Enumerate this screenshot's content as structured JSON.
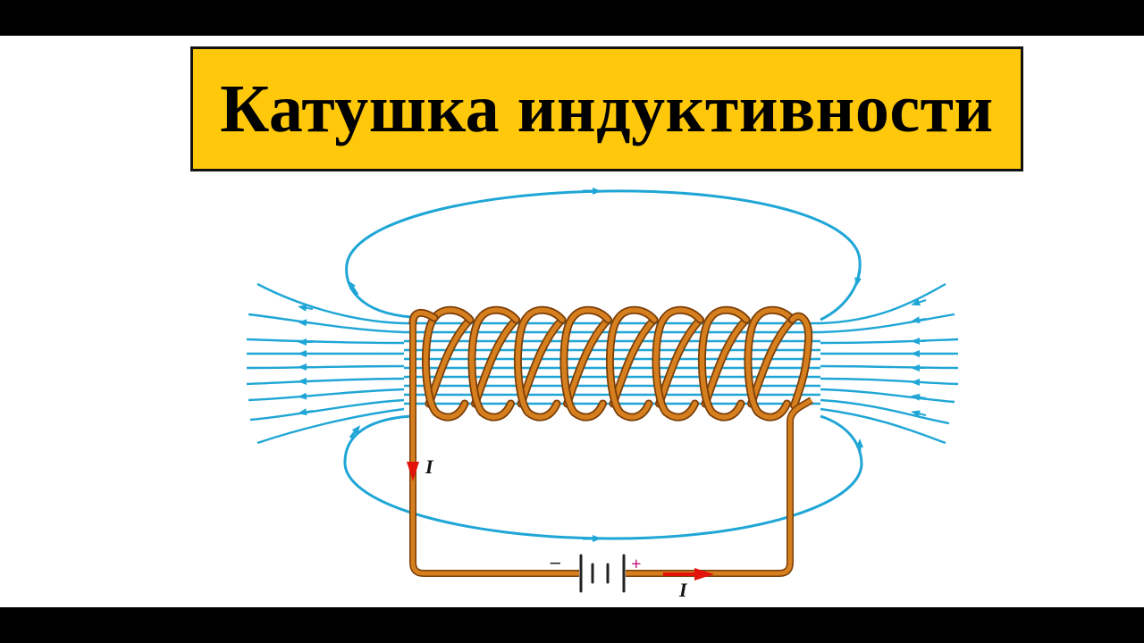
{
  "title": "Катушка индуктивности",
  "labels": {
    "current_left": "I",
    "current_bottom": "I",
    "battery_minus": "–",
    "battery_plus": "+"
  },
  "colors": {
    "title_background": "#ffc80a",
    "letterbox": "#000000",
    "field_lines": "#1fa6d6",
    "wire": "#d67f1e",
    "wire_dark": "#7a3e08",
    "current_arrow": "#e3120b",
    "battery_plus": "#c0157a"
  }
}
